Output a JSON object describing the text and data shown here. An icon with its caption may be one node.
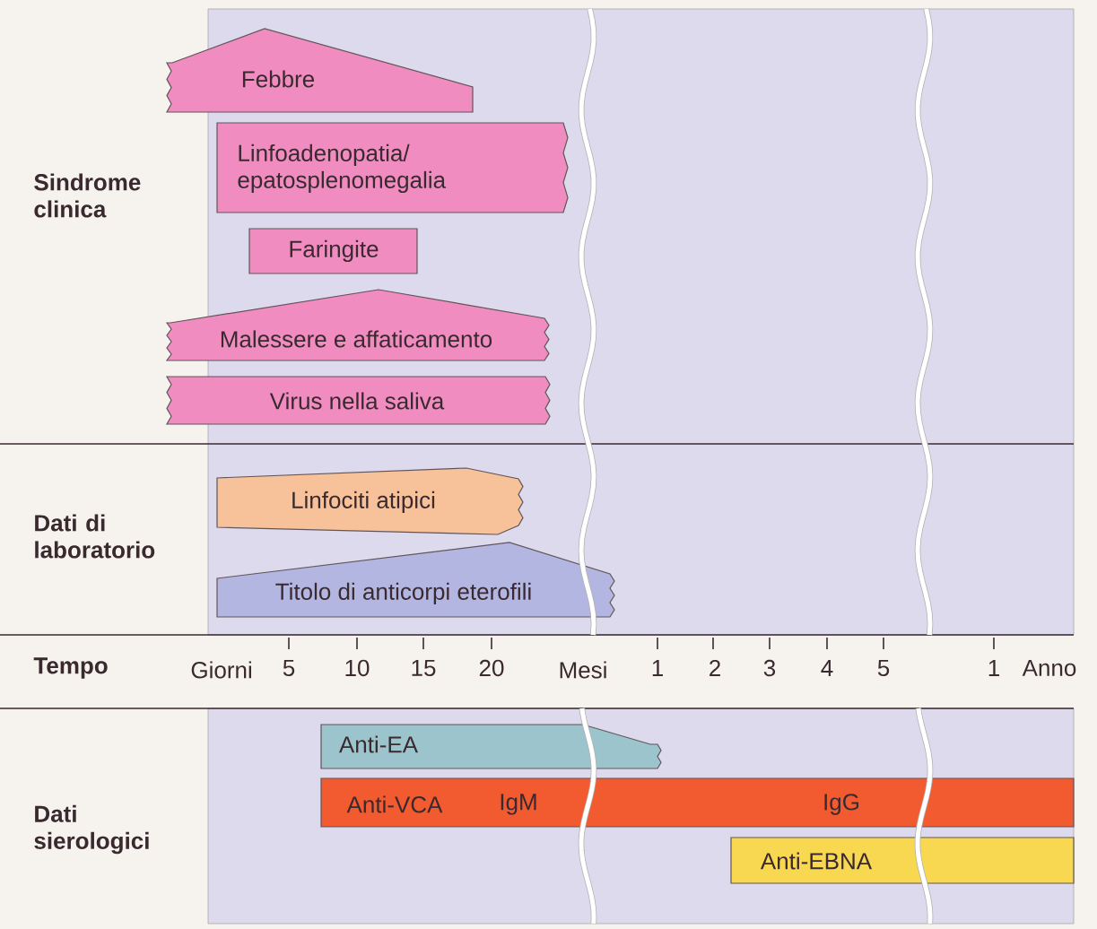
{
  "diagram": {
    "nodes": [
      {
        "text": [
          "Febbre"
        ]
      },
      {
        "text": [
          "Linfoadenopatia/ epatosplenomegalia"
        ]
      },
      {
        "text": [
          "Faringite"
        ]
      },
      {
        "text": [
          "Malessere e affaticamento"
        ]
      },
      {
        "text": [
          "Virus nella saliva"
        ]
      },
      {
        "text": [
          "Linfociti atipici"
        ]
      },
      {
        "text": [
          "Titolo di anticorpi eterofili"
        ]
      },
      {
        "text": [
          "Anti-EA"
        ]
      },
      {
        "text": [
          "Anti-VCA",
          "IgM",
          "IgG"
        ]
      },
      {
        "text": [
          "Anti-EBNA"
        ]
      }
    ],
    "labels": [
      "Sindrome clinica",
      "Dati di laboratorio",
      "Tempo",
      "Giorni",
      "5",
      "10",
      "15",
      "20",
      "Mesi",
      "1",
      "2",
      "3",
      "4",
      "5",
      "1",
      "Anno",
      "Dati sierologici"
    ]
  }
}
